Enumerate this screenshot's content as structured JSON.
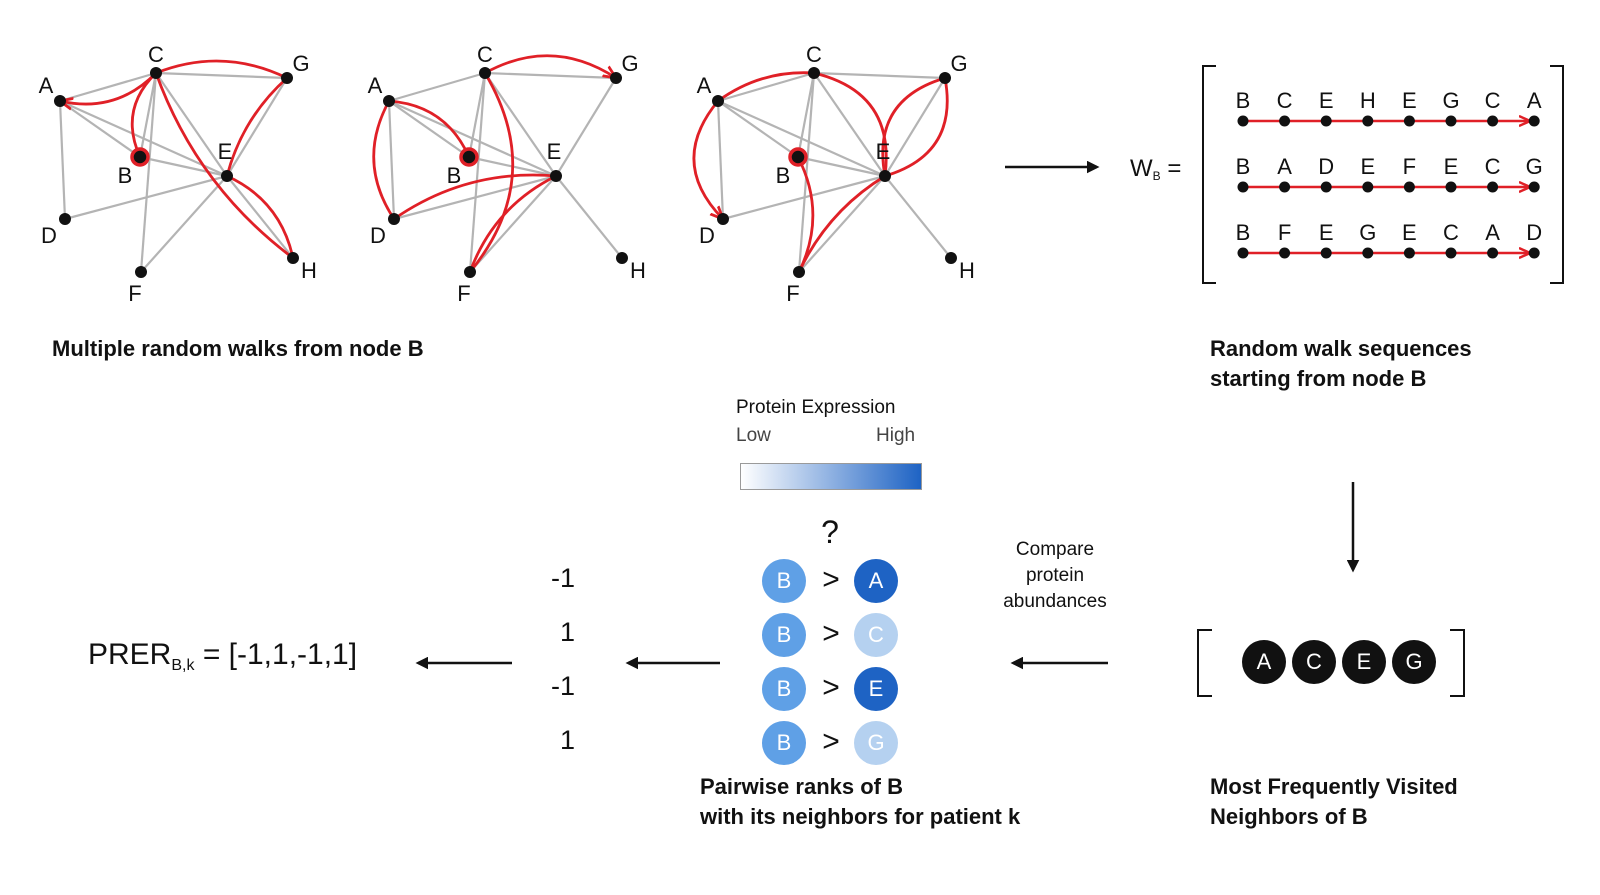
{
  "colors": {
    "walk_red": "#e02027",
    "edge_gray": "#b4b4b4",
    "node_black": "#111111",
    "expr_low": "#ffffff",
    "expr_high": "#1e63c4",
    "b_node": "#5fa0e6",
    "high_node": "#1e63c4",
    "low_node": "#b5d1f0"
  },
  "graph_labels": [
    "A",
    "B",
    "C",
    "D",
    "E",
    "F",
    "G",
    "H"
  ],
  "captions": {
    "walks": "Multiple random walks from node B",
    "sequences_line1": "Random walk sequences",
    "sequences_line2": "starting from node B",
    "neighbors_line1": "Most Frequently Visited",
    "neighbors_line2": "Neighbors of B",
    "pairwise_line1": "Pairwise ranks of B",
    "pairwise_line2": "with its neighbors for patient k"
  },
  "walk_matrix": {
    "label_main": "W",
    "label_sub": "B",
    "label_eq": "=",
    "rows": [
      [
        "B",
        "C",
        "E",
        "H",
        "E",
        "G",
        "C",
        "A"
      ],
      [
        "B",
        "A",
        "D",
        "E",
        "F",
        "E",
        "C",
        "G"
      ],
      [
        "B",
        "F",
        "E",
        "G",
        "E",
        "C",
        "A",
        "D"
      ]
    ]
  },
  "neighbors": [
    "A",
    "C",
    "E",
    "G"
  ],
  "legend": {
    "title": "Protein Expression",
    "low": "Low",
    "high": "High"
  },
  "compare_label": [
    "Compare",
    "protein",
    "abundances"
  ],
  "question_mark": "?",
  "pairwise": [
    {
      "left": "B",
      "op": ">",
      "right": "A",
      "right_level": "high",
      "rank": "-1"
    },
    {
      "left": "B",
      "op": ">",
      "right": "C",
      "right_level": "low",
      "rank": "1"
    },
    {
      "left": "B",
      "op": ">",
      "right": "E",
      "right_level": "high",
      "rank": "-1"
    },
    {
      "left": "B",
      "op": ">",
      "right": "G",
      "right_level": "low",
      "rank": "1"
    }
  ],
  "prer": {
    "main": "PRER",
    "sub": "B,k",
    "rest": " = [-1,1,-1,1]"
  }
}
